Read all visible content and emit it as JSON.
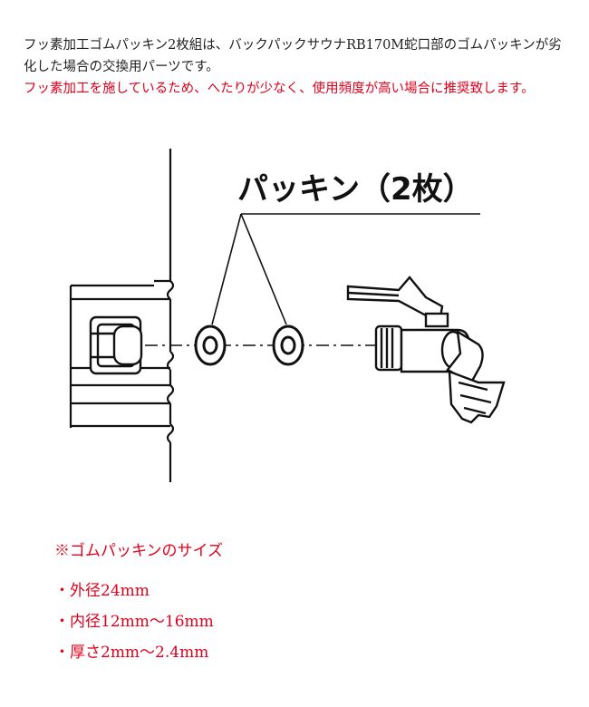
{
  "intro": {
    "black_text": "フッ素加工ゴムパッキン2枚組は、バックパックサウナRB170M蛇口部のゴムパッキンが劣化した場合の交換用パーツです。",
    "red_text": "フッ素加工を施しているため、へたりが少なく、使用頻度が高い場合に推奨致します。"
  },
  "figure": {
    "label": "パッキン（2枚）"
  },
  "specs": {
    "title": "※ゴムパッキンのサイズ",
    "items": [
      "・外径24mm",
      "・内径12mm～16mm",
      "・厚さ2mm～2.4mm"
    ]
  },
  "colors": {
    "accent_red": "#e0001b",
    "text_black": "#222222"
  }
}
